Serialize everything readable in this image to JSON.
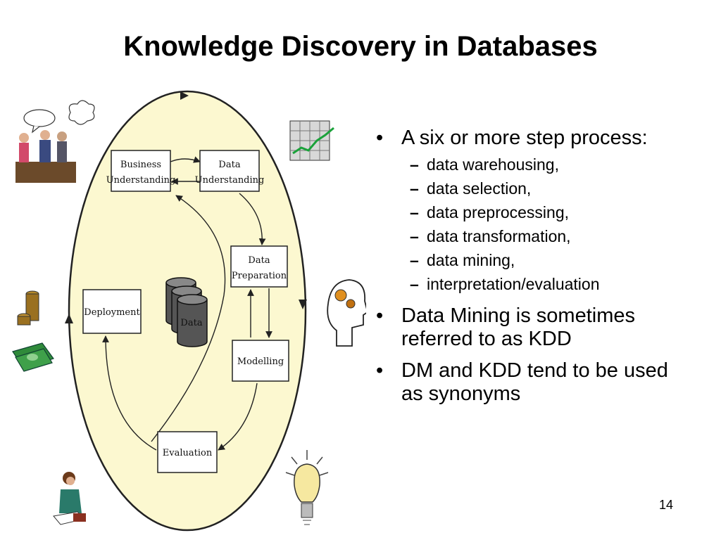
{
  "slide": {
    "title": "Knowledge Discovery in Databases",
    "page_number": "14"
  },
  "diagram": {
    "cycle_fill": "#fcf8d0",
    "steps": {
      "business": [
        "Business",
        "Understanding"
      ],
      "data_understanding": [
        "Data",
        "Understanding"
      ],
      "preparation": [
        "Data",
        "Preparation"
      ],
      "modelling": "Modelling",
      "evaluation": "Evaluation",
      "deployment": "Deployment",
      "data_store": "Data"
    },
    "icons": [
      "meeting-people-icon",
      "stock-chart-icon",
      "coins-icon",
      "money-stack-icon",
      "head-gears-icon",
      "person-writing-icon",
      "light-bulb-icon"
    ]
  },
  "bullets": [
    {
      "text": "A six or more step process:",
      "sub": [
        "data warehousing,",
        "data selection,",
        "data preprocessing,",
        "data transformation,",
        "data mining,",
        "interpretation/evaluation"
      ]
    },
    {
      "text": " Data Mining is sometimes referred to as KDD"
    },
    {
      "text": " DM and KDD tend to be used as synonyms"
    }
  ]
}
